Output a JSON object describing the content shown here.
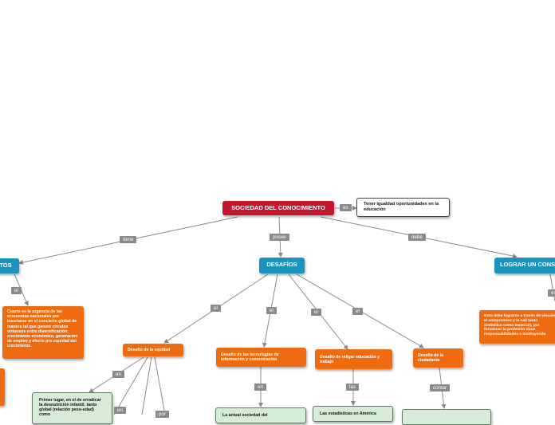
{
  "root": {
    "label": "SOCIEDAD DEL CONOCIMIENTO"
  },
  "definition": {
    "text": "Tener igualdad oportunidades en la educación"
  },
  "main": {
    "retos": "TOS",
    "desafios": "DESAFÍOS",
    "lograr": "LOGRAR UN CONS"
  },
  "connectors": {
    "es": "es",
    "tiene": "tiene",
    "posee": "posee",
    "debe": "debe",
    "el_retos": "el",
    "el_1": "el",
    "el_2": "el",
    "el_3": "el",
    "el_4": "el",
    "es_lograr": "es",
    "en_1": "en",
    "en_2": "en",
    "en_3": "en",
    "las": "las",
    "contar": "contar",
    "por": "por"
  },
  "retos": {
    "detail": "Cuarto es la urgencia de las economías nacionales por insertarse en el concierto global de manera tal que genere circulos virtuosos entre diversificación, crecimiento económico, generación de empleo y efecto pro equidad del crecimiento."
  },
  "lograr": {
    "detail": "Esto debe lograrse a través de vincule el compromiso y la cali tanto simbólico como material), por fortalecer la profesión doce responsabilidades e instituyendo"
  },
  "desafios": {
    "equidad": "Desafío de la equidad",
    "tecnologias": "Desafío de las tecnologías de información y comunicación",
    "religar": "Desafío de religar educación y trabajo",
    "ciudadania": "Desafío de la ciudadanía"
  },
  "leaves": {
    "equidad_detail": "Primer lugar, en el de erradicar la desnutrición infantil, tanto global (relación peso-edad) como",
    "tecnologias_detail": "La actual sociedad del",
    "religar_detail": "Las estadísticas en América"
  }
}
